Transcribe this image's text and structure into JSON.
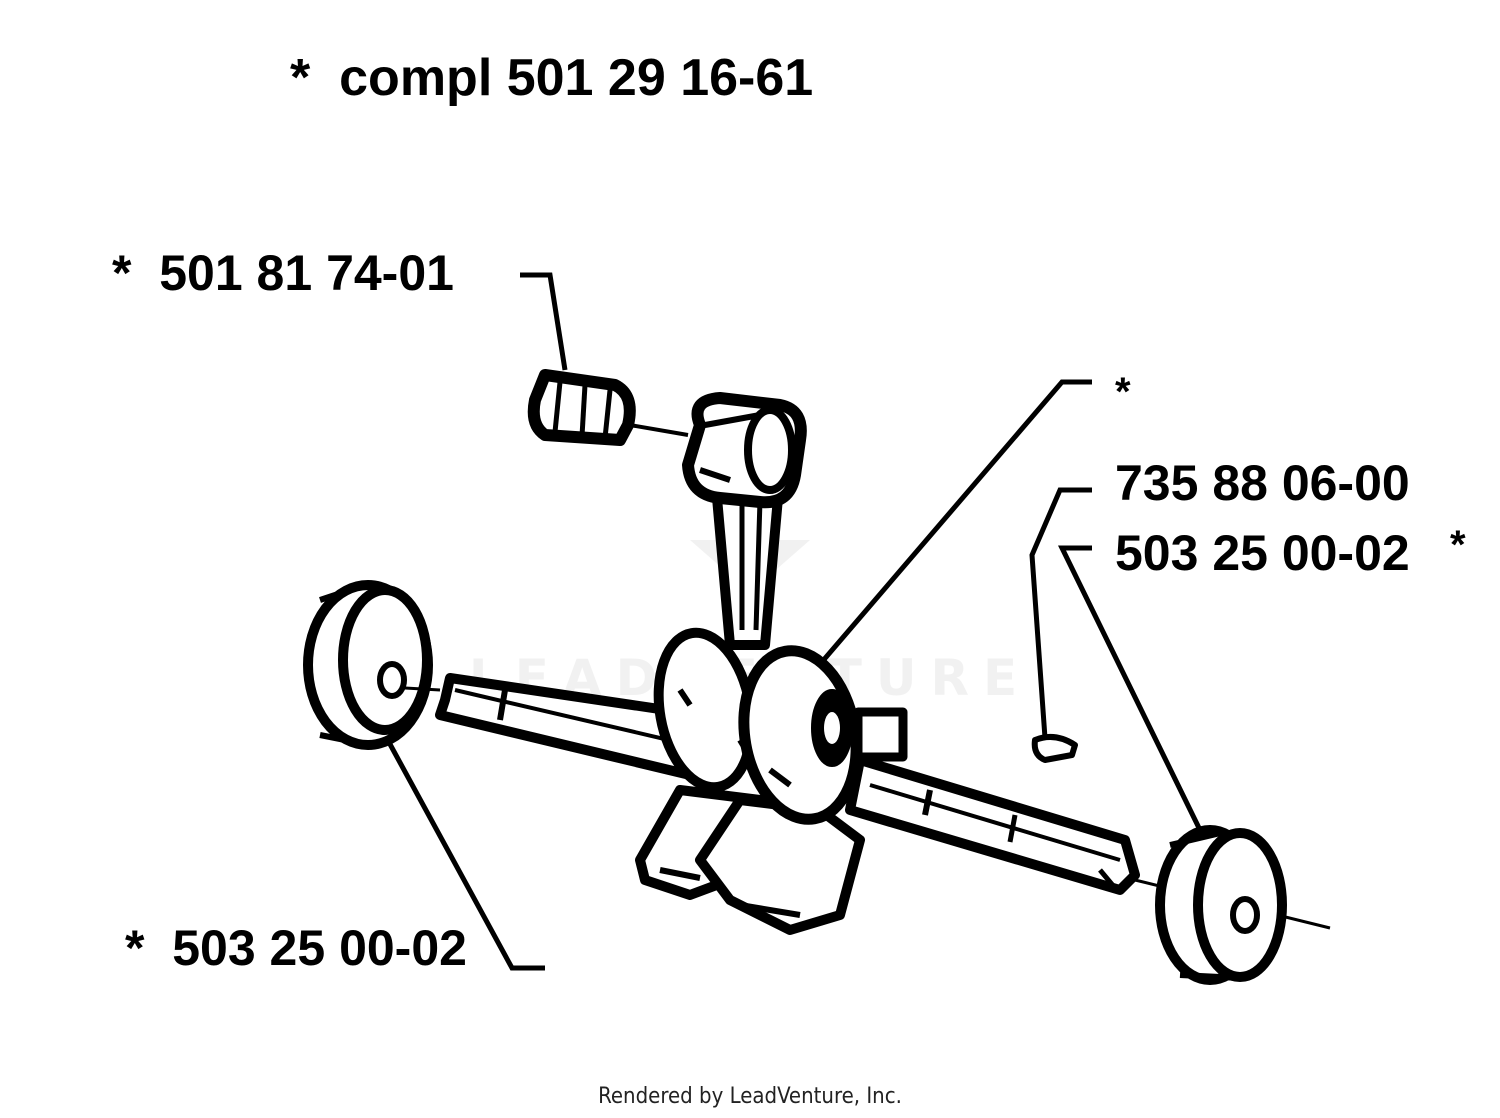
{
  "colors": {
    "ink": "#000000",
    "paper": "#ffffff",
    "watermark": "#e4e4e4"
  },
  "labels": {
    "complete_assembly": "*  compl 501 29 16-61",
    "bearing_needle": "*  501 81 74-01",
    "crank_marker": "*",
    "key": "735 88 06-00",
    "right_bearing": "503 25 00-02",
    "right_bearing_marker": "*",
    "left_bearing": "*  503 25 00-02"
  },
  "watermark": {
    "text": "LEADVENTURE"
  },
  "footer": {
    "text": "Rendered by LeadVenture, Inc."
  }
}
